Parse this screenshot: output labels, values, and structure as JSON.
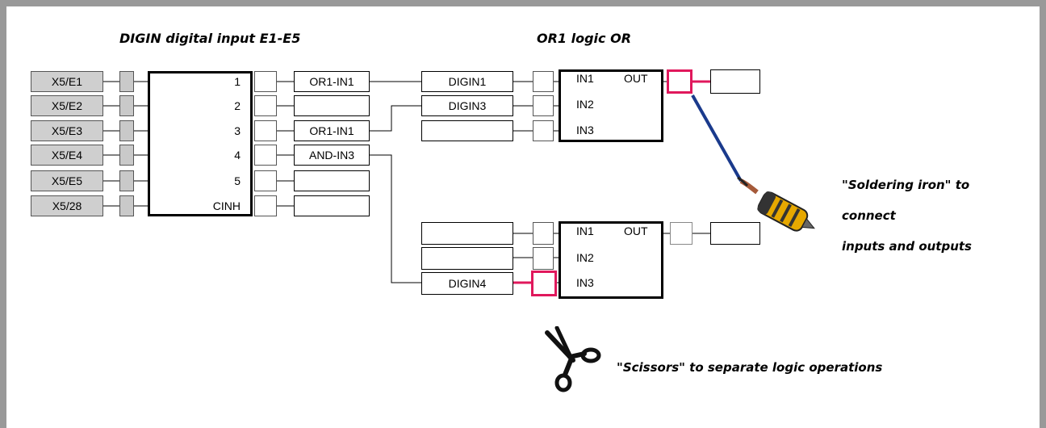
{
  "titles": {
    "digin": "DIGIN digital input E1-E5",
    "or1": "OR1 logic OR"
  },
  "terminals": [
    "X5/E1",
    "X5/E2",
    "X5/E3",
    "X5/E4",
    "X5/E5",
    "X5/28"
  ],
  "digin_outputs": [
    "1",
    "2",
    "3",
    "4",
    "5",
    "CINH"
  ],
  "digin_targets": [
    "OR1-IN1",
    "",
    "OR1-IN1",
    "AND-IN3",
    "",
    ""
  ],
  "or1_sources": [
    "DIGIN1",
    "DIGIN3",
    ""
  ],
  "or2_sources": [
    "",
    "",
    "DIGIN4"
  ],
  "logic_pins": {
    "in1": "IN1",
    "in2": "IN2",
    "in3": "IN3",
    "out": "OUT"
  },
  "notes": {
    "soldering_line1": "\"Soldering iron\" to",
    "soldering_line2": "connect",
    "soldering_line3": "inputs and outputs",
    "scissors": "\"Scissors\" to separate logic operations"
  },
  "colors": {
    "highlight": "#e0185c",
    "soldering_wire": "#1a3a8c",
    "terminal_fill": "#cfcfcf",
    "frame": "#999999"
  },
  "icons": {
    "soldering": "soldering-iron-icon",
    "scissors": "scissors-icon"
  }
}
